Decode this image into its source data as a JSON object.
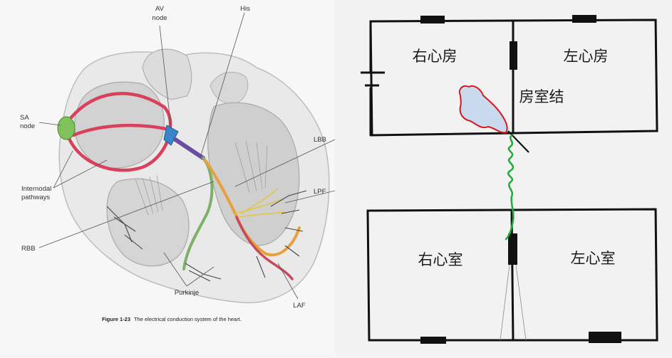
{
  "left_figure": {
    "labels": {
      "av_line1": "AV",
      "av_line2": "node",
      "his": "His",
      "sa_line1": "SA",
      "sa_line2": "node",
      "internodal_line1": "Internodal",
      "internodal_line2": "pathways",
      "rbb": "RBB",
      "lbb": "LBB",
      "lpf": "LPF",
      "purkinje": "Purkinje",
      "laf": "LAF"
    },
    "caption": {
      "number": "Figure 1-23",
      "text": "The electrical conduction system of the heart."
    }
  },
  "right_diagram": {
    "labels": {
      "right_atrium": "右心房",
      "left_atrium": "左心房",
      "av_node": "房室结",
      "right_ventricle": "右心室",
      "left_ventricle": "左心室"
    },
    "colors": {
      "wire": "#111111",
      "av_node_fill": "#c9d9ee",
      "av_node_stroke": "#d9181f",
      "his_bundle": "#1faa3a"
    }
  }
}
